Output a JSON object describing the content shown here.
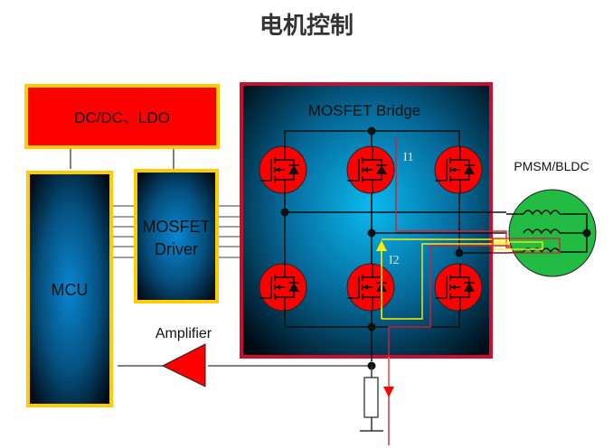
{
  "title": "电机控制",
  "blocks": {
    "power": "DC/DC、LDO",
    "mcu": "MCU",
    "driver_line1": "MOSFET",
    "driver_line2": "Driver",
    "bridge": "MOSFET Bridge",
    "motor": "PMSM/BLDC",
    "amplifier": "Amplifier"
  },
  "currents": {
    "i1": "I1",
    "i2": "I2"
  },
  "colors": {
    "power_fill": "#ff0000",
    "block_border": "#ffcc00",
    "bridge_border": "#c8102e",
    "mosfet_fill": "#ff0000",
    "motor_fill": "#22bb44",
    "i1_path": "#d0213a",
    "i2_path": "#ffee00",
    "shunt_arrow": "#ff0000"
  },
  "mosfet_count": 6,
  "driver_signal_lines": 6
}
